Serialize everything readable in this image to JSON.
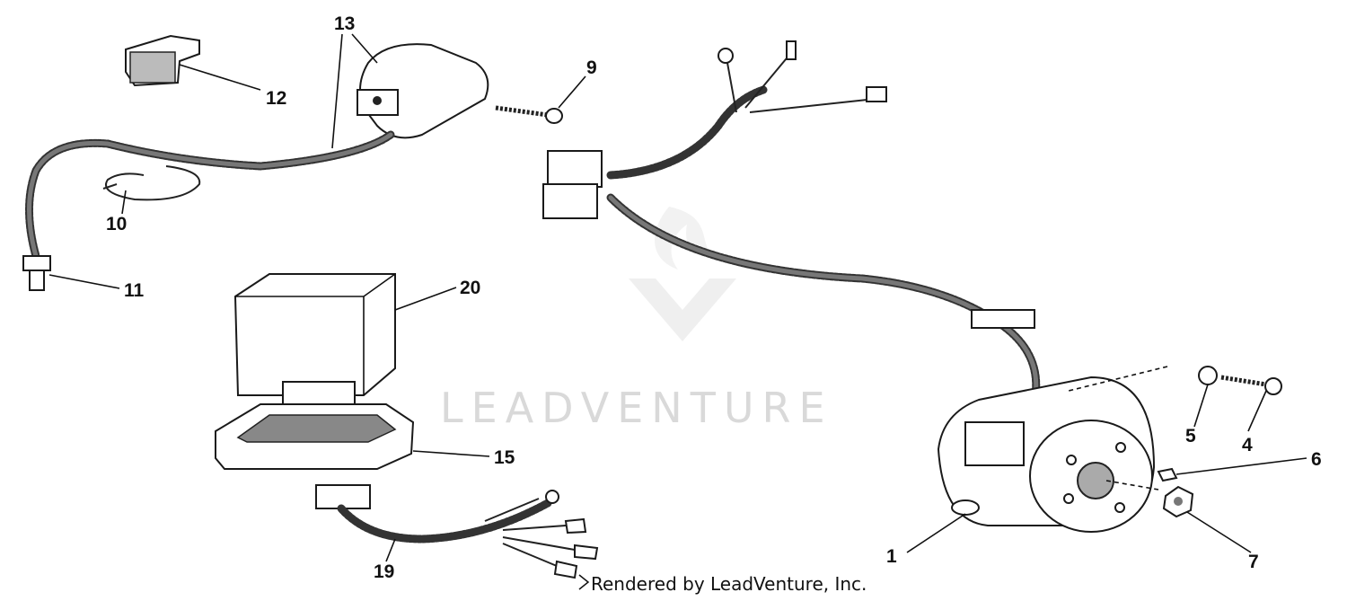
{
  "callouts": [
    {
      "id": "13",
      "text": "13"
    },
    {
      "id": "12",
      "text": "12"
    },
    {
      "id": "9",
      "text": "9"
    },
    {
      "id": "10",
      "text": "10"
    },
    {
      "id": "11",
      "text": "11"
    },
    {
      "id": "20",
      "text": "20"
    },
    {
      "id": "15",
      "text": "15"
    },
    {
      "id": "19",
      "text": "19"
    },
    {
      "id": "5",
      "text": "5"
    },
    {
      "id": "4",
      "text": "4"
    },
    {
      "id": "6",
      "text": "6"
    },
    {
      "id": "1",
      "text": "1"
    },
    {
      "id": "7",
      "text": "7"
    }
  ],
  "watermark": "LEADVENTURE",
  "credit": "Rendered by LeadVenture, Inc."
}
